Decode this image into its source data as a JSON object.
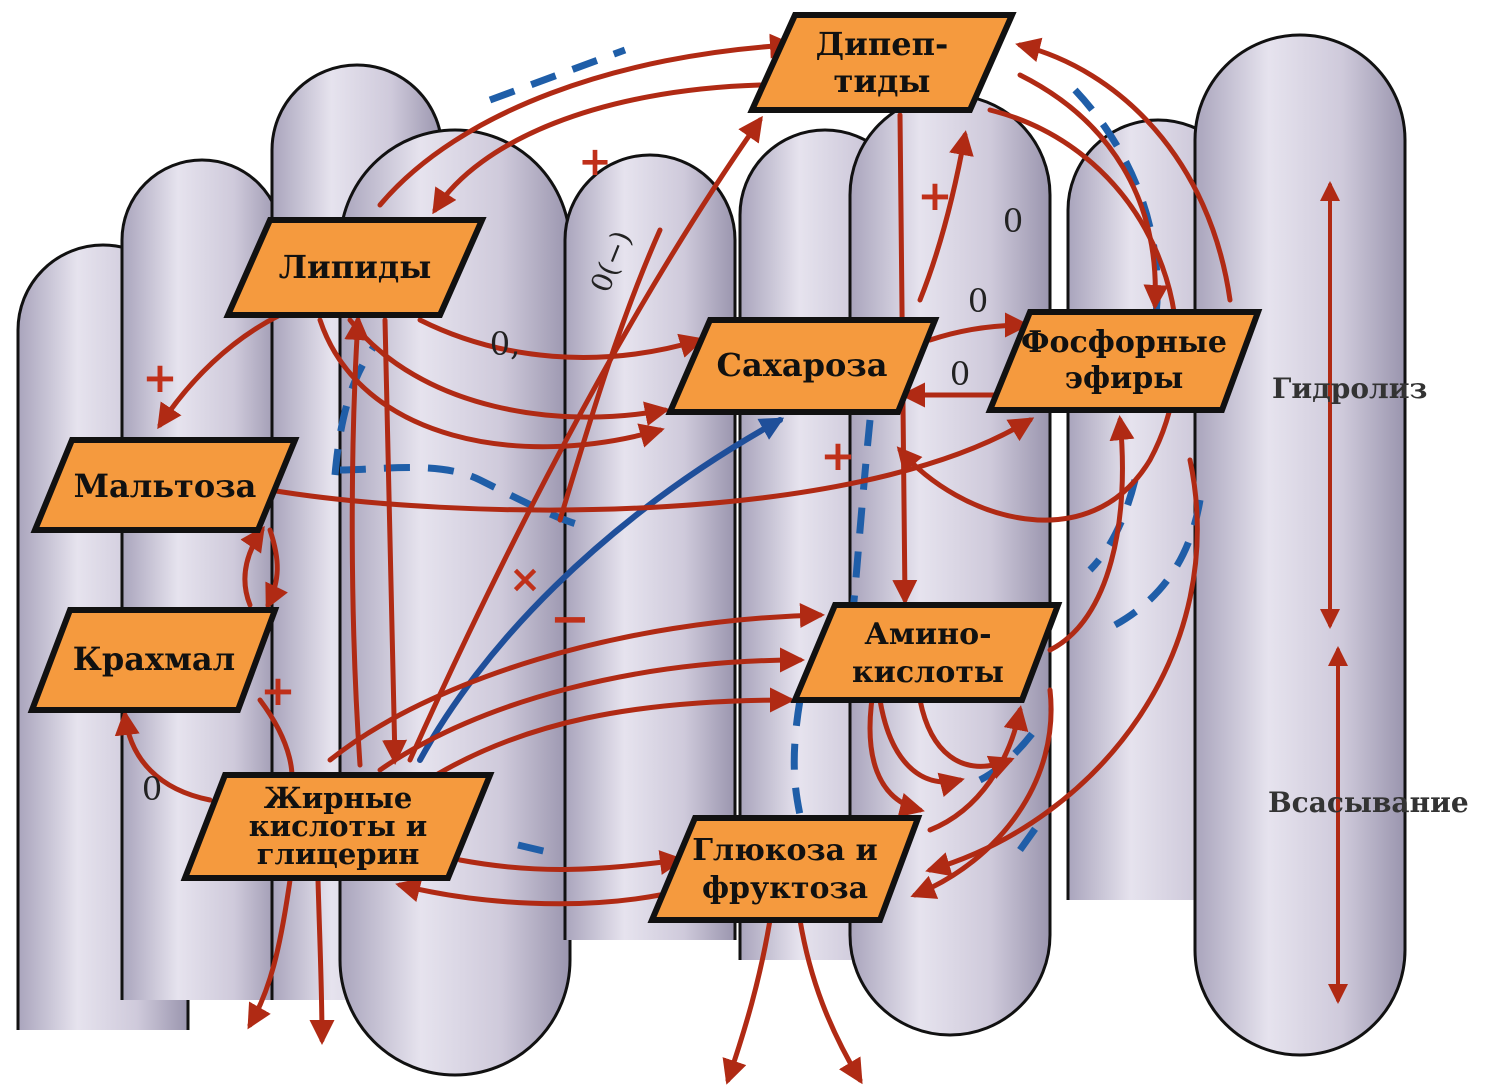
{
  "colors": {
    "node_fill": "#f59a3e",
    "arrow_red": "#b02a14",
    "arrow_blue": "#1f5ea8",
    "villus_fill": "#d4d0e0"
  },
  "nodes": {
    "dipeptides": {
      "line1": "Дипеп-",
      "line2": "тиды"
    },
    "lipids": {
      "line1": "Липиды"
    },
    "sucrose": {
      "line1": "Сахароза"
    },
    "phosphate_esters": {
      "line1": "Фосфорные",
      "line2": "эфиры"
    },
    "maltose": {
      "line1": "Мальтоза"
    },
    "starch": {
      "line1": "Крахмал"
    },
    "amino_acids": {
      "line1": "Амино-",
      "line2": "кислоты"
    },
    "fatty_acids": {
      "line1": "Жирные",
      "line2": "кислоты и",
      "line3": "глицерин"
    },
    "glucose": {
      "line1": "Глюкоза и",
      "line2": "фруктоза"
    }
  },
  "side_labels": {
    "hydrolysis": "Гидролиз",
    "absorption": "Всасывание"
  },
  "marks": {
    "plus": "+",
    "minus": "−",
    "times": "×",
    "zero": "0",
    "zero_neg": "0(−)",
    "zero_comma": "0,"
  }
}
